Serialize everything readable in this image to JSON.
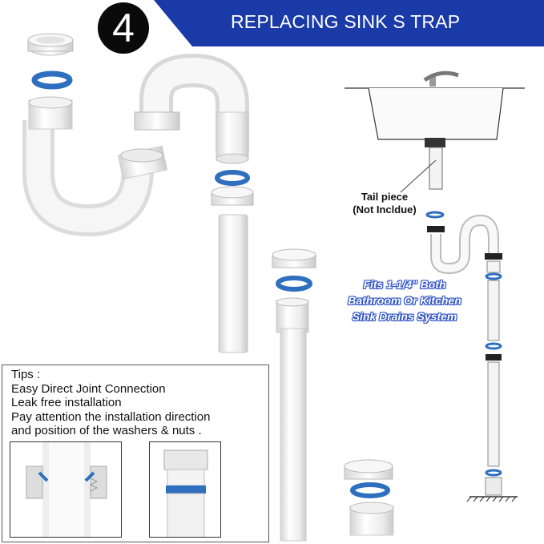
{
  "header": {
    "step_number": "4",
    "title": "REPLACING SINK S TRAP",
    "colors": {
      "banner": "#1a3aa8",
      "circle": "#0a0a0a"
    }
  },
  "diagram": {
    "tail_piece_label_line1": "Tail piece",
    "tail_piece_label_line2": "(Not Incldue)",
    "fits_line1": "Fits 1-1/4\" Both",
    "fits_line2": "Bathroom Or Kitchen",
    "fits_line3": "Sink Drains System"
  },
  "tips": {
    "heading": "Tips :",
    "lines": [
      "Easy Direct Joint Connection",
      "Leak free installation",
      "Pay attention the installation direction",
      "and position of the washers & nuts ."
    ]
  },
  "colors": {
    "washer": "#2f6fc0",
    "pipe": "#f2f2f2",
    "pipe_shade": "#cfcfcf"
  }
}
